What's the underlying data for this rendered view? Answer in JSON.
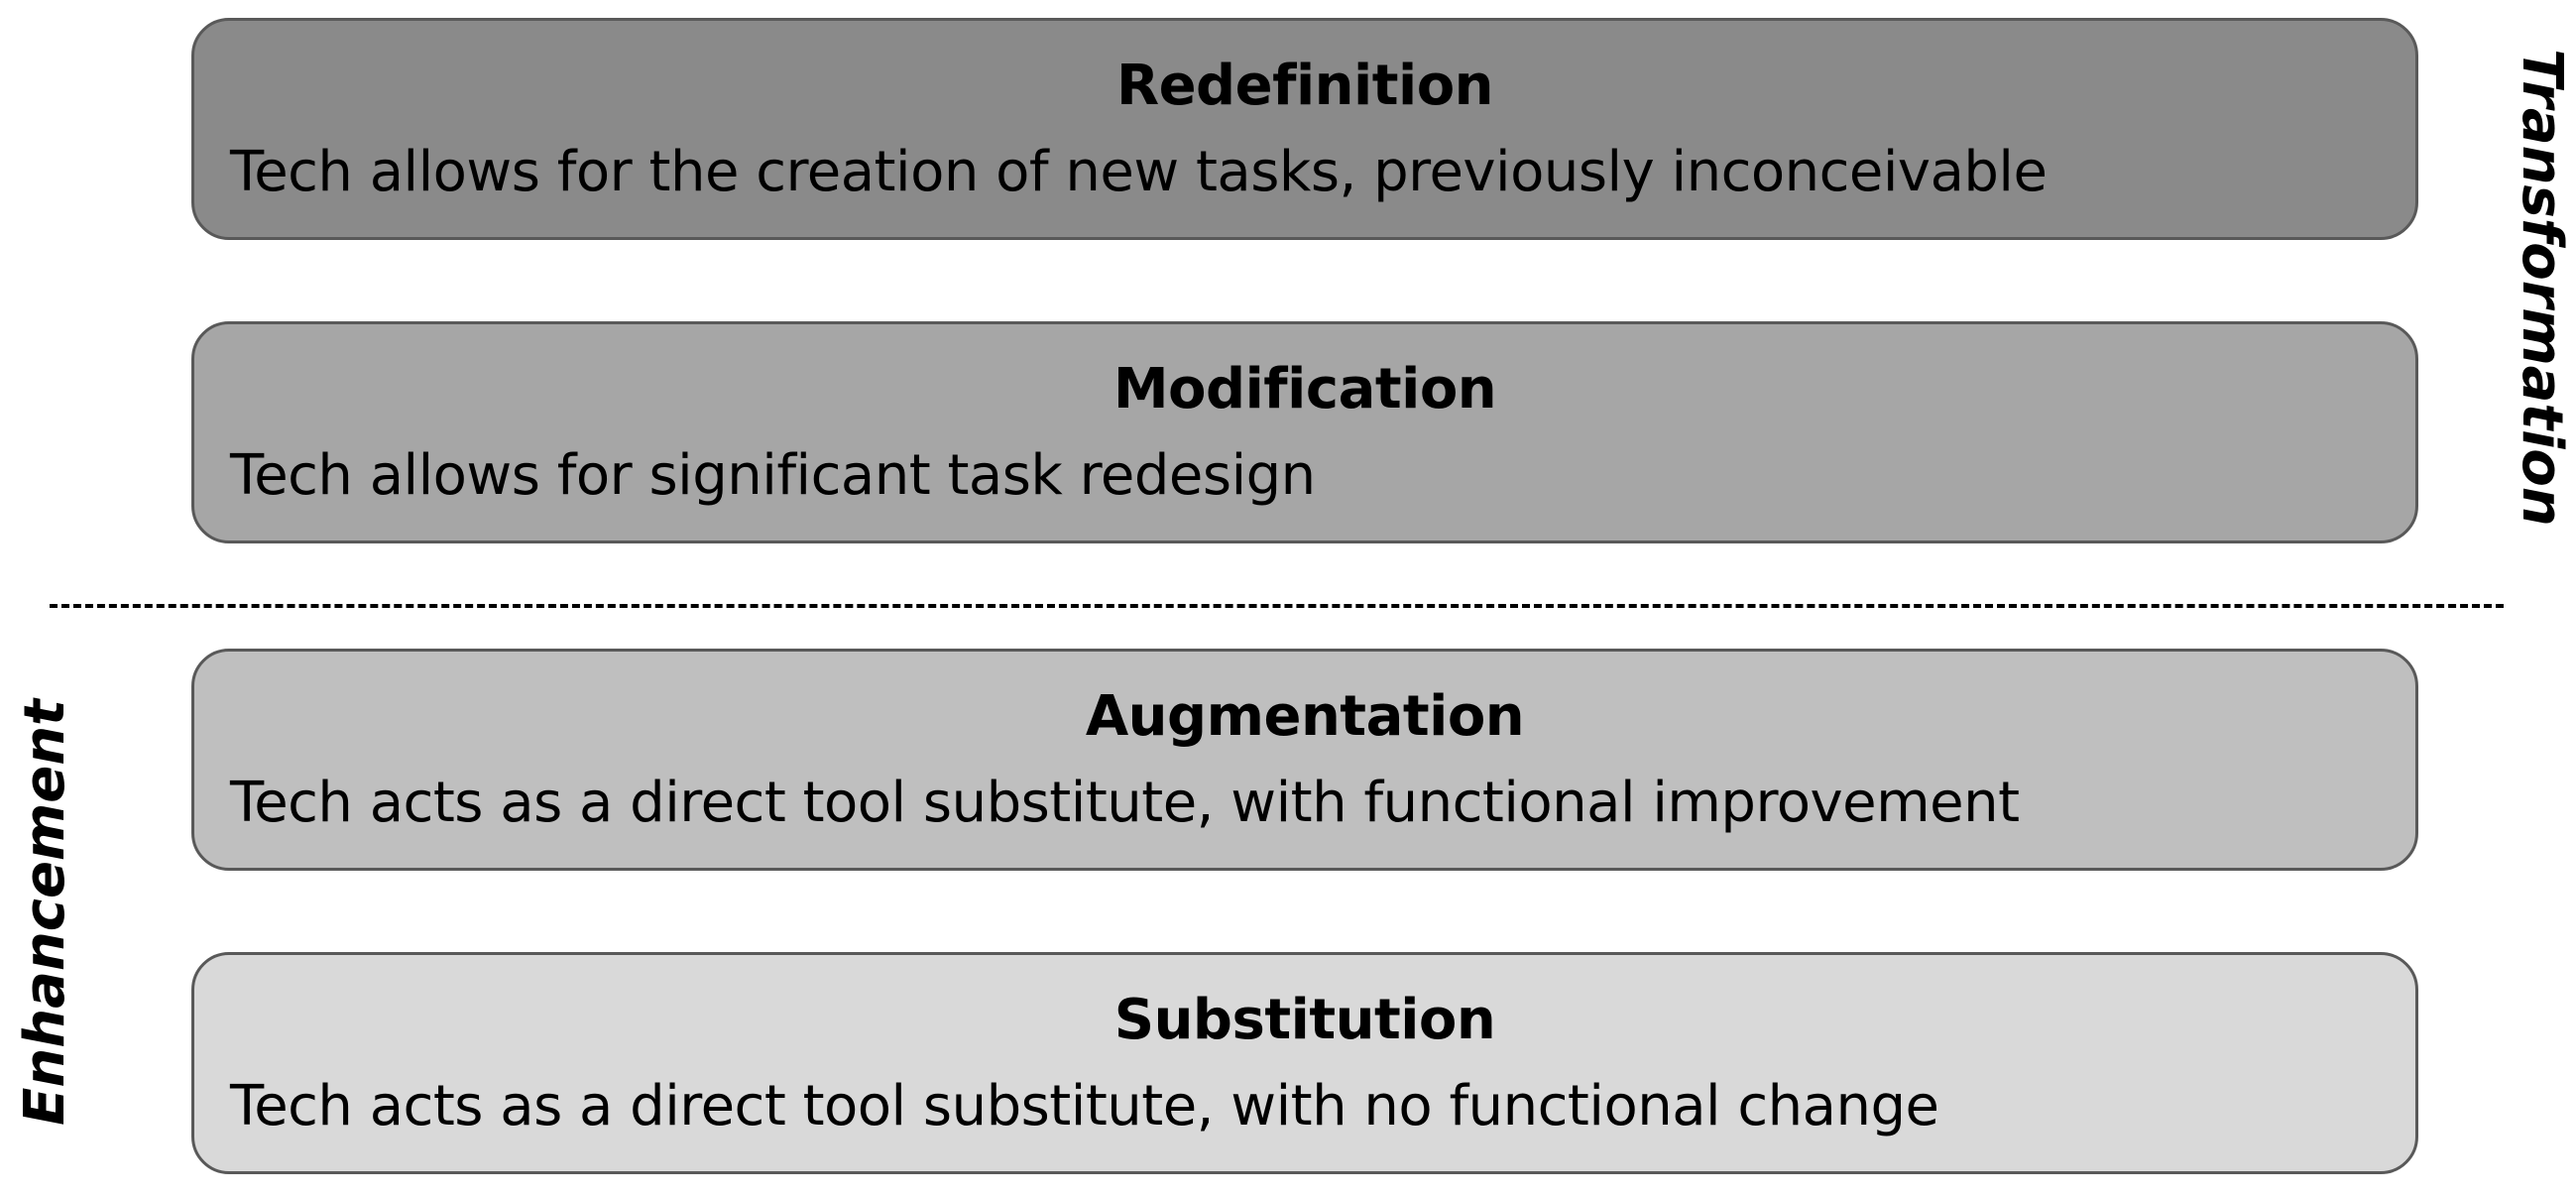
{
  "levels": [
    {
      "title": "Redefinition",
      "description": "Tech allows for the creation of new tasks, previously inconceivable",
      "fill": "#8a8a8a"
    },
    {
      "title": "Modification",
      "description": "Tech allows for significant task redesign",
      "fill": "#a6a6a6"
    },
    {
      "title": "Augmentation",
      "description": "Tech acts as a direct tool substitute, with functional improvement",
      "fill": "#bfbfbf"
    },
    {
      "title": "Substitution",
      "description": "Tech acts as a direct tool substitute, with no functional change",
      "fill": "#d9d9d9"
    }
  ],
  "groups": {
    "upper": "Transformation",
    "lower": "Enhancement"
  }
}
